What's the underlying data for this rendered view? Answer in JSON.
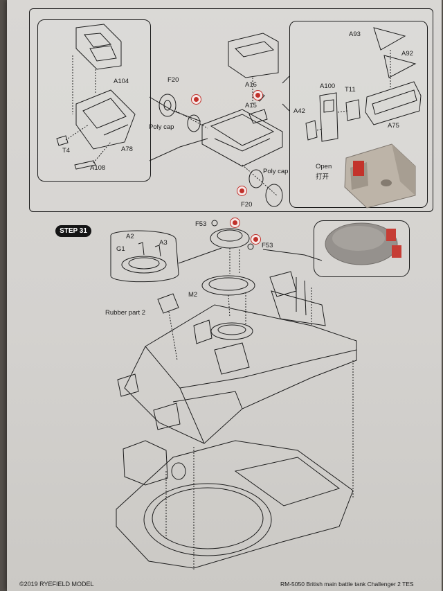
{
  "step": {
    "label": "STEP 31"
  },
  "upper": {
    "left_parts": [
      "A104",
      "A78",
      "T4",
      "A108"
    ],
    "center_parts": [
      "F20",
      "Poly cap",
      "A16",
      "A15",
      "Poly cap",
      "F20"
    ],
    "right_parts": [
      "A93",
      "A92",
      "A100",
      "T11",
      "A42",
      "A75"
    ],
    "open_label": "Open",
    "open_label_cn": "打开"
  },
  "lower": {
    "inset_parts": [
      "A2",
      "A3",
      "G1"
    ],
    "parts": [
      "F53",
      "F53",
      "M2",
      "Rubber part 2"
    ]
  },
  "footer": {
    "copyright": "©2019 RYEFIELD MODEL",
    "title": "RM-5050 British main battle tank Challenger 2 TES"
  },
  "colors": {
    "paper": "#d6d4d1",
    "line": "#1c1c1c",
    "warning_red": "#c0302a",
    "model_grey": "#8d8a86"
  },
  "icons": [
    "warning-remove-icon"
  ]
}
